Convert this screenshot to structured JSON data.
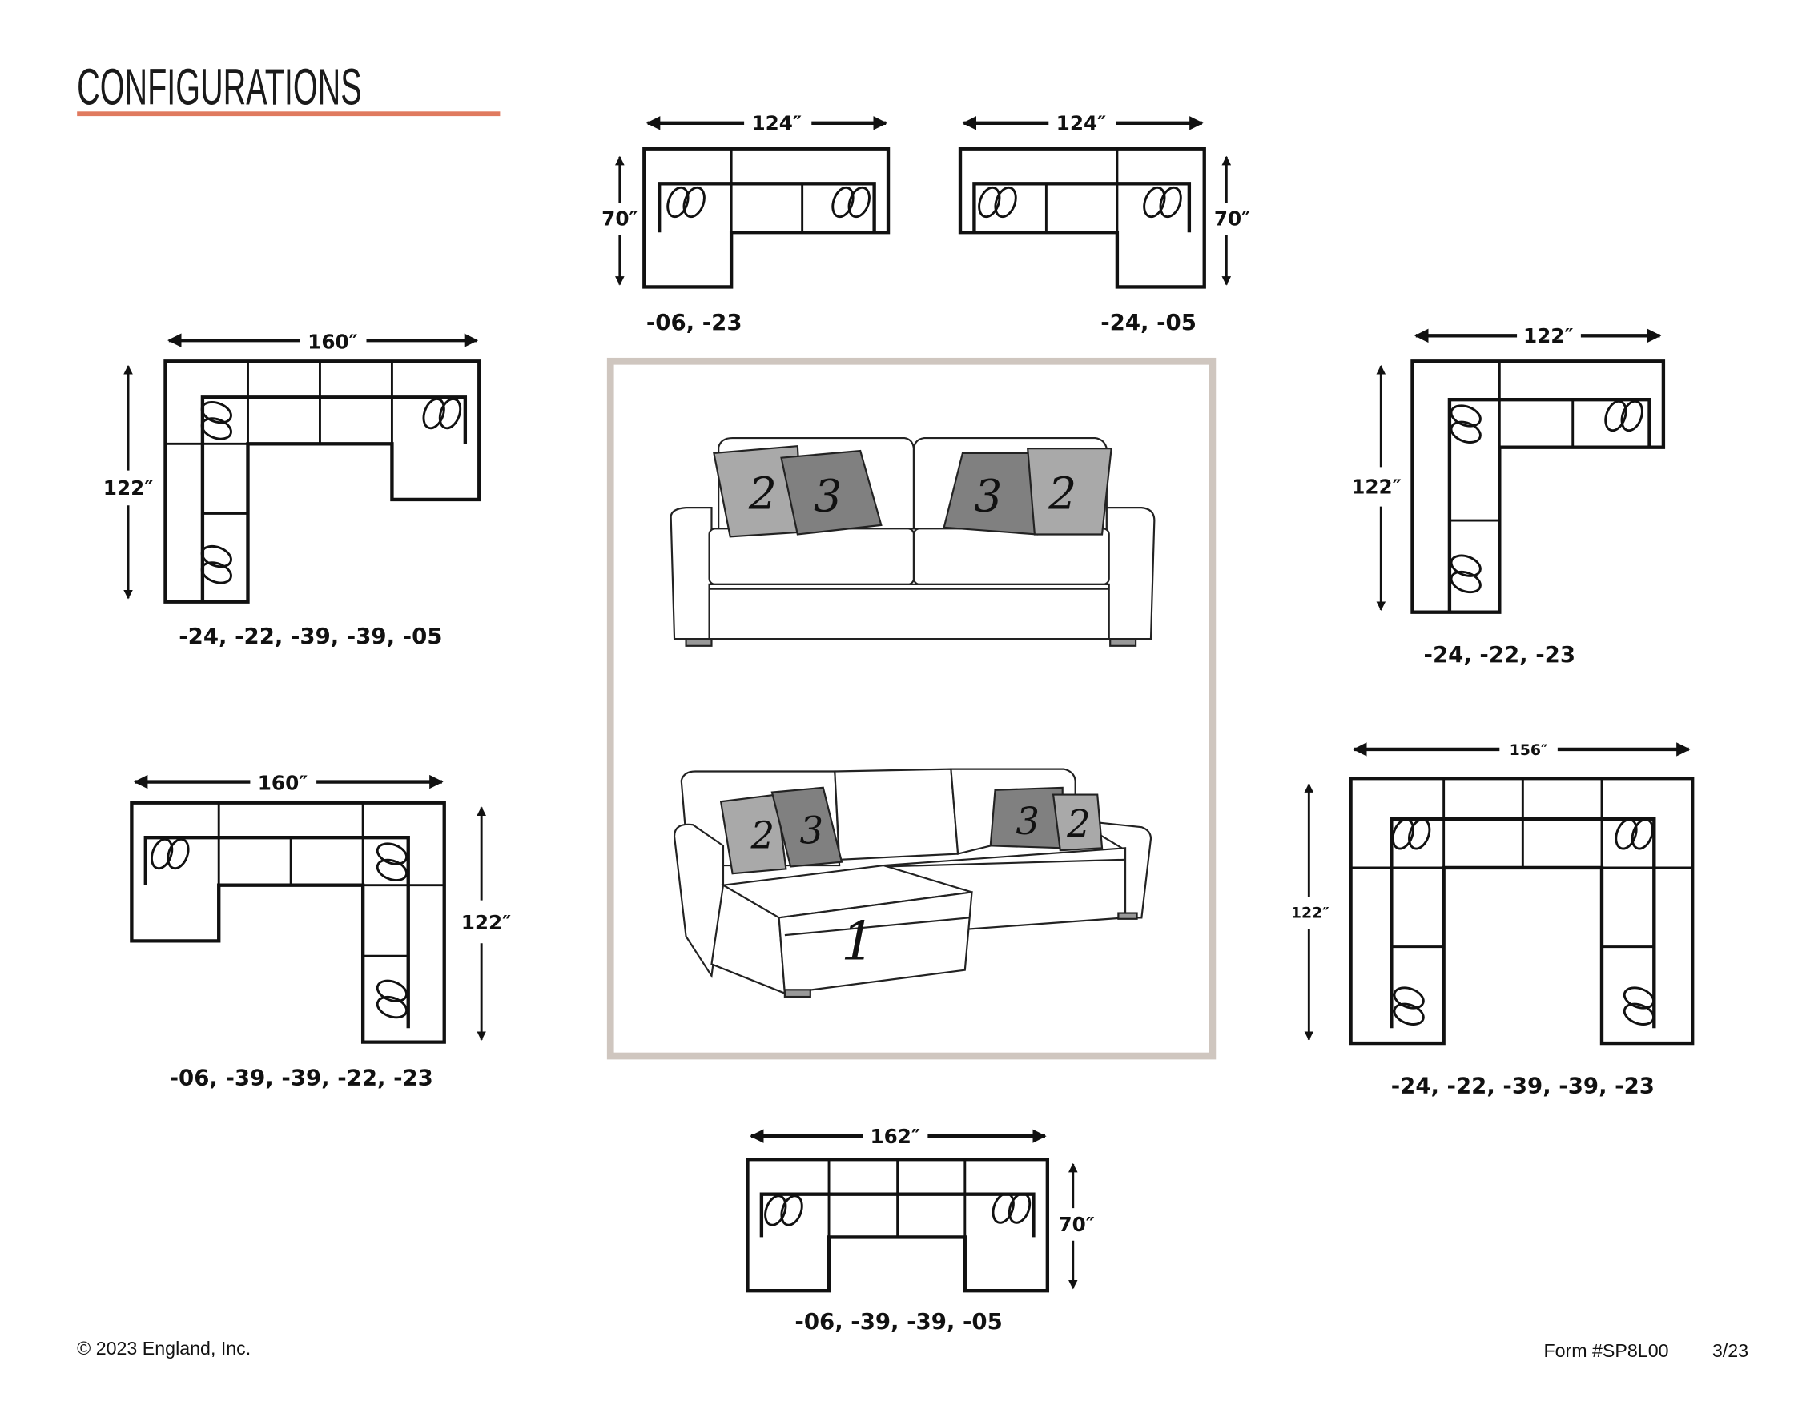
{
  "header": {
    "title": "CONFIGURATIONS",
    "accent_color": "#e07a5f"
  },
  "configurations": [
    {
      "codes": "-06, -23",
      "width": "124″",
      "height": "70″"
    },
    {
      "codes": "-24, -05",
      "width": "124″",
      "height": "70″"
    },
    {
      "codes": "-24, -22, -39, -39, -05",
      "width": "160″",
      "height": "122″"
    },
    {
      "codes": "-24, -22, -23",
      "width": "122″",
      "height": "122″"
    },
    {
      "codes": "-06, -39, -39, -22, -23",
      "width": "160″",
      "height": "122″"
    },
    {
      "codes": "-24, -22, -39, -39, -23",
      "width": "156″",
      "height": "122″"
    },
    {
      "codes": "-06, -39, -39, -05",
      "width": "162″",
      "height": "70″"
    }
  ],
  "illustrations": {
    "frame_color": "#cfc6bf",
    "sofa_pillows": [
      "2",
      "3",
      "3",
      "2"
    ],
    "sectional_pillows": [
      "2",
      "3",
      "3",
      "2"
    ],
    "sectional_label": "1"
  },
  "footer": {
    "copyright": "© 2023 England, Inc.",
    "form": "Form #SP8L00",
    "date": "3/23"
  }
}
